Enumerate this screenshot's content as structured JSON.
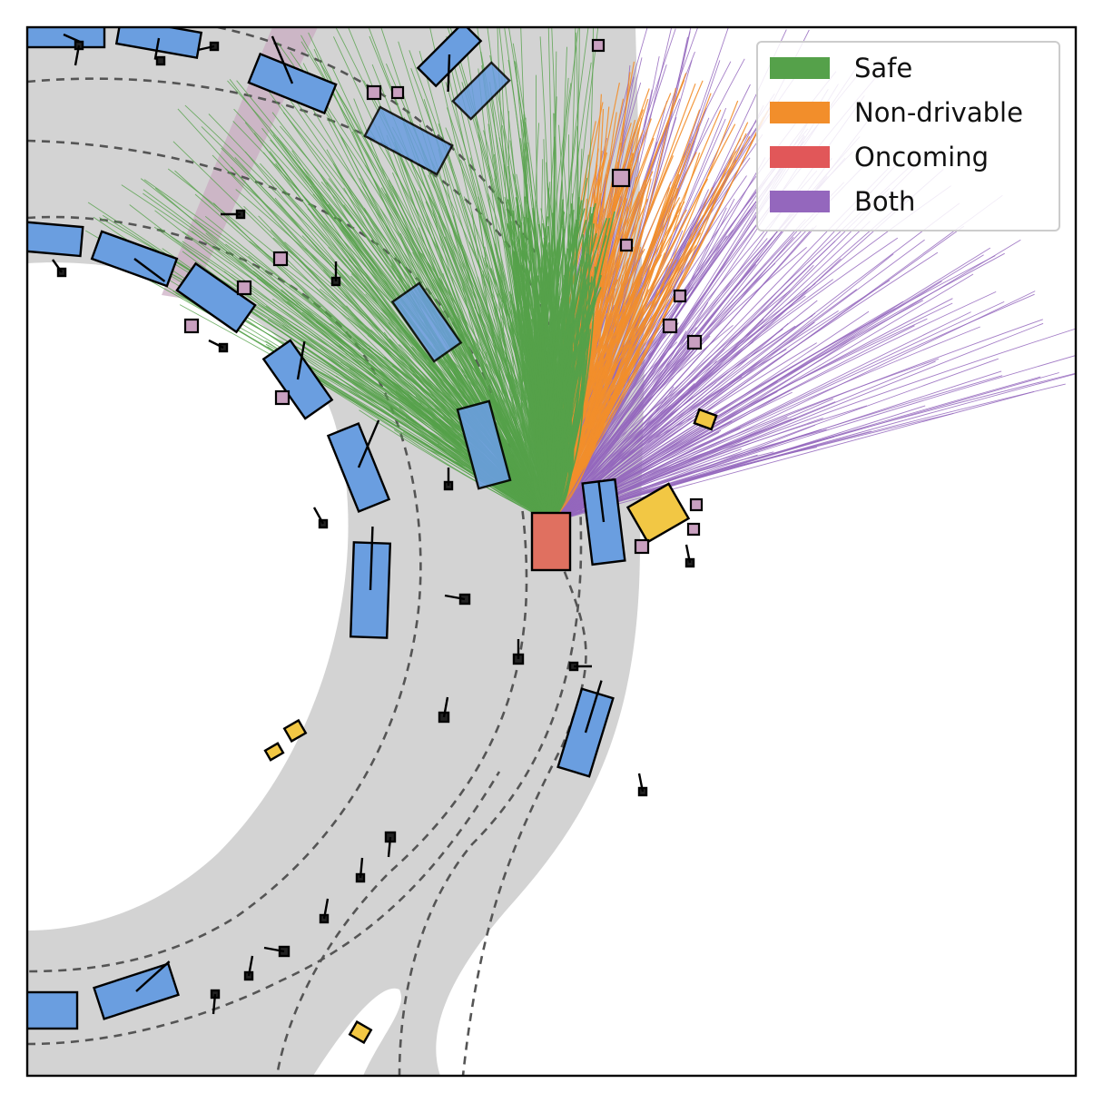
{
  "legend": {
    "items": [
      {
        "label": "Safe",
        "color": "#55a14a"
      },
      {
        "label": "Non-drivable",
        "color": "#f28e2b"
      },
      {
        "label": "Oncoming",
        "color": "#e15759"
      },
      {
        "label": "Both",
        "color": "#9467bd"
      }
    ]
  },
  "colors": {
    "road": "#d3d3d3",
    "vehicle": "#6a9ee0",
    "pedestrian_flag": "#f2c744",
    "ego": "#e07060",
    "lane_divider": "#555555",
    "crosswalk": "#c9a9c0"
  }
}
